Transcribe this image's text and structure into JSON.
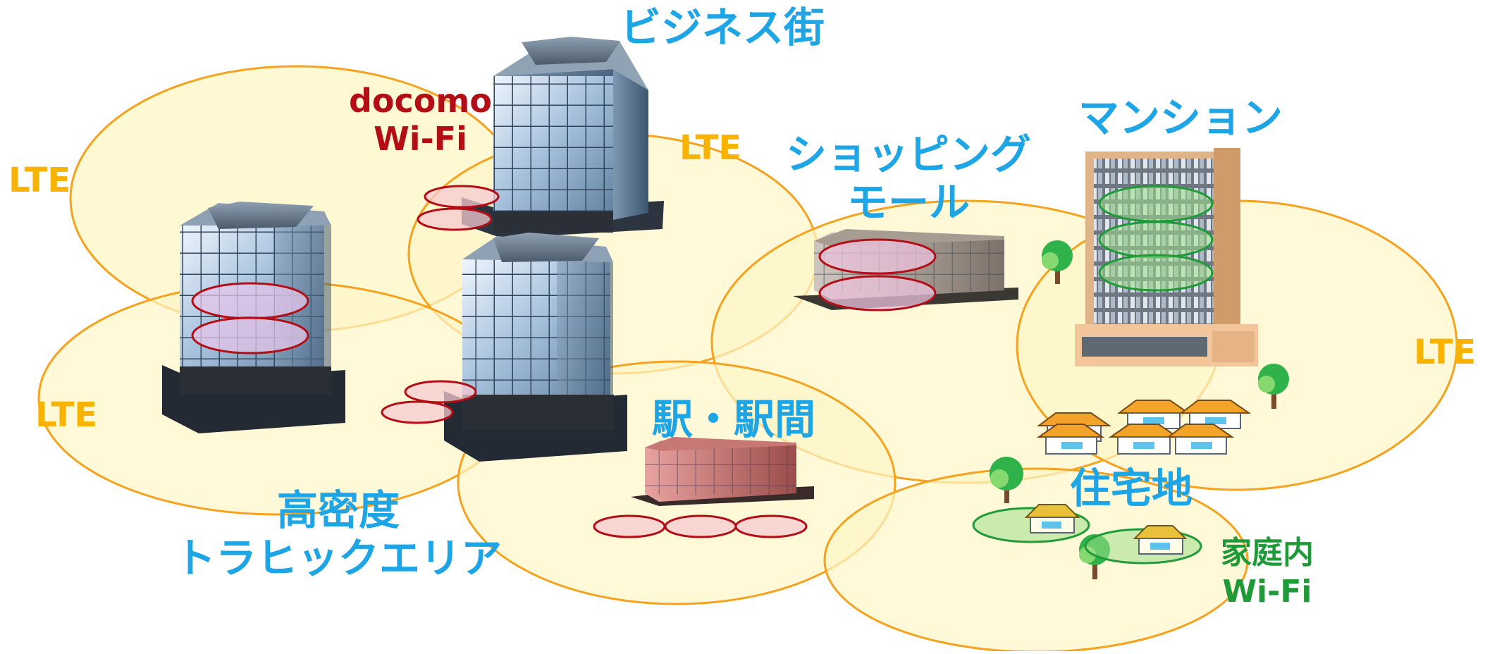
{
  "labels": {
    "business_district": "ビジネス街",
    "mansion": "マンション",
    "shopping_mall": [
      "ショッピング",
      "モール"
    ],
    "station": "駅・駅間",
    "high_density": [
      "高密度",
      "トラヒックエリア"
    ],
    "residential": "住宅地",
    "docomo_wifi": [
      "docomo",
      "Wi-Fi"
    ],
    "home_wifi": [
      "家庭内",
      "Wi-Fi"
    ],
    "lte": "LTE"
  },
  "colors": {
    "area_label": "#1ea5e6",
    "lte_label": "#f8b300",
    "lte_coverage_fill": "#fff7c7",
    "lte_coverage_stroke": "#f6a21e",
    "docomo_wifi": "#b30e16",
    "home_wifi": "#1f9a38"
  }
}
